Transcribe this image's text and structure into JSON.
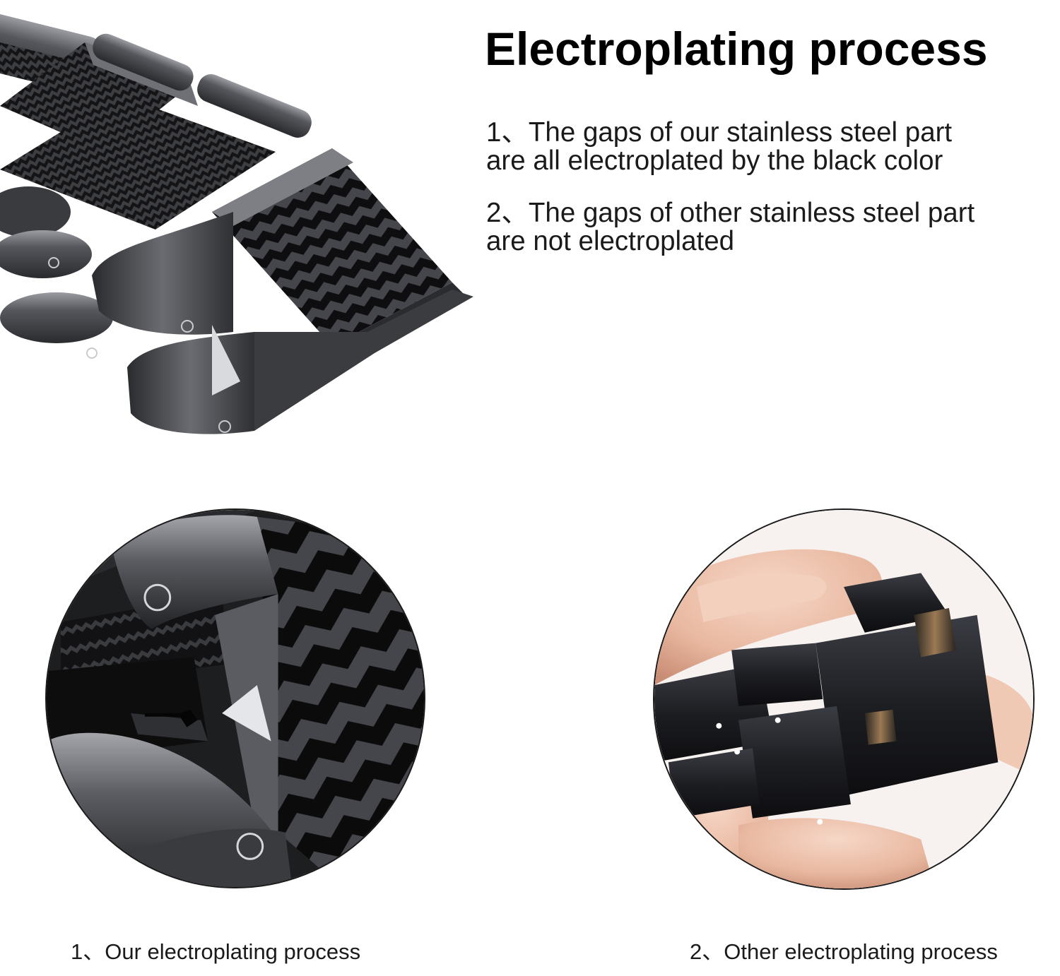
{
  "heading": {
    "title": "Electroplating process"
  },
  "notes": [
    {
      "line1": "1、The gaps of our stainless steel part",
      "line2": "are all electroplated by the black color"
    },
    {
      "line1": "2、The gaps of other stainless steel part",
      "line2": "are not electroplated"
    }
  ],
  "comparison": {
    "ours_caption": "1、Our electroplating process",
    "other_caption": "2、Other electroplating process"
  },
  "colors": {
    "metal_dark": "#2b2c2f",
    "metal_mid": "#4a4b50",
    "metal_light": "#8d8f95",
    "carbon_black": "#0c0c0d",
    "carbon_gray": "#3c3d41",
    "skin": "#e9b8a0"
  }
}
